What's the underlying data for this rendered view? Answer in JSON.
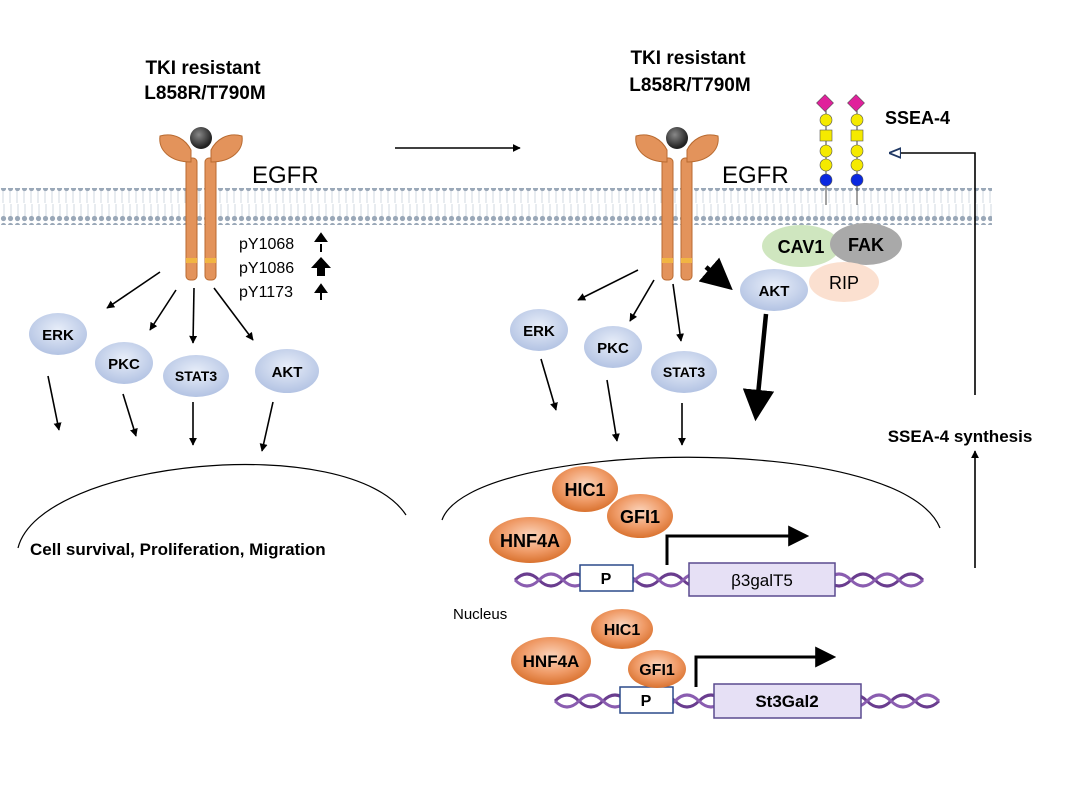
{
  "left_panel": {
    "title_line1": "TKI resistant",
    "title_line2": "L858R/T790M",
    "receptor_label": "EGFR",
    "phospho_sites": [
      "pY1068",
      "pY1086",
      "pY1173"
    ],
    "kinases": [
      "ERK",
      "PKC",
      "STAT3",
      "AKT"
    ],
    "outcome": "Cell survival, Proliferation,  Migration"
  },
  "right_panel": {
    "title_line1": "TKI resistant",
    "title_line2": "L858R/T790M",
    "receptor_label": "EGFR",
    "glycan_label": "SSEA-4",
    "complex_proteins": [
      "CAV1",
      "FAK",
      "RIP"
    ],
    "akt_label": "AKT",
    "kinases": [
      "ERK",
      "PKC",
      "STAT3"
    ],
    "nucleus_label": "Nucleus",
    "synthesis_label": "SSEA-4 synthesis",
    "gene1": {
      "factors": [
        "HIC1",
        "GFI1",
        "HNF4A"
      ],
      "promoter": "P",
      "gene": "β3galT5"
    },
    "gene2": {
      "factors": [
        "HIC1",
        "HNF4A",
        "GFI1"
      ],
      "promoter": "P",
      "gene": "St3Gal2"
    }
  },
  "colors": {
    "receptor": "#e3935b",
    "receptor_stroke": "#b86a30",
    "kinase_fill": "#c7d3ec",
    "tf_fill": "#e8824a",
    "cav1": "#cfe6bf",
    "fak": "#a9a9a9",
    "rip": "#fbe0d0",
    "gene_box": "#e6e0f5",
    "dna": "#6a3d8f",
    "membrane": "#9aa8b8"
  }
}
